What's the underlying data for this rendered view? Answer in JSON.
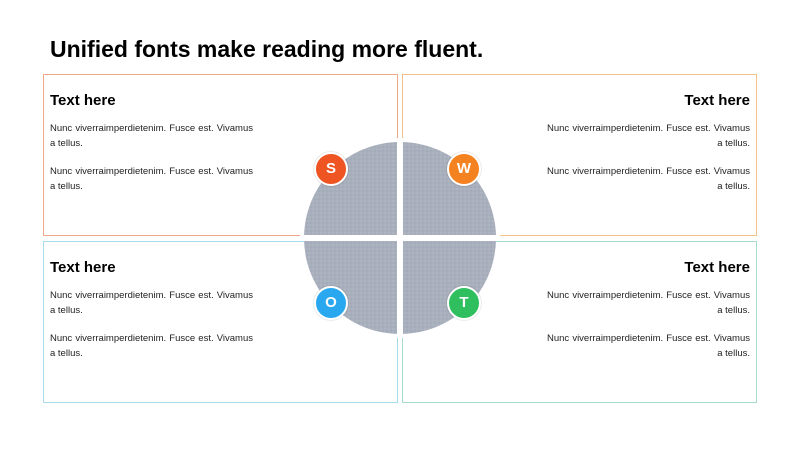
{
  "slide": {
    "title": "Unified fonts make reading more fluent."
  },
  "quadrants": {
    "s": {
      "letter": "S",
      "heading": "Text here",
      "paragraph1": "Nunc viverraimperdietenim. Fusce est. Vivamus a tellus.",
      "paragraph2": "Nunc viverraimperdietenim. Fusce est. Vivamus a tellus.",
      "badge_color": "#ef5523",
      "border_color": "#f0a88a"
    },
    "w": {
      "letter": "W",
      "heading": "Text here",
      "paragraph1": "Nunc viverraimperdietenim. Fusce est. Vivamus a tellus.",
      "paragraph2": "Nunc viverraimperdietenim. Fusce est. Vivamus a tellus.",
      "badge_color": "#f58220",
      "border_color": "#f5c08c"
    },
    "o": {
      "letter": "O",
      "heading": "Text here",
      "paragraph1": "Nunc viverraimperdietenim. Fusce est. Vivamus a tellus.",
      "paragraph2": "Nunc viverraimperdietenim. Fusce est. Vivamus a tellus.",
      "badge_color": "#2aa8ef",
      "border_color": "#a8dced"
    },
    "t": {
      "letter": "T",
      "heading": "Text here",
      "paragraph1": "Nunc viverraimperdietenim. Fusce est. Vivamus a tellus.",
      "paragraph2": "Nunc viverraimperdietenim. Fusce est. Vivamus a tellus.",
      "badge_color": "#2fbf5f",
      "border_color": "#a6dcc8"
    }
  },
  "center_circle": {
    "color": "#a9b0bd"
  }
}
